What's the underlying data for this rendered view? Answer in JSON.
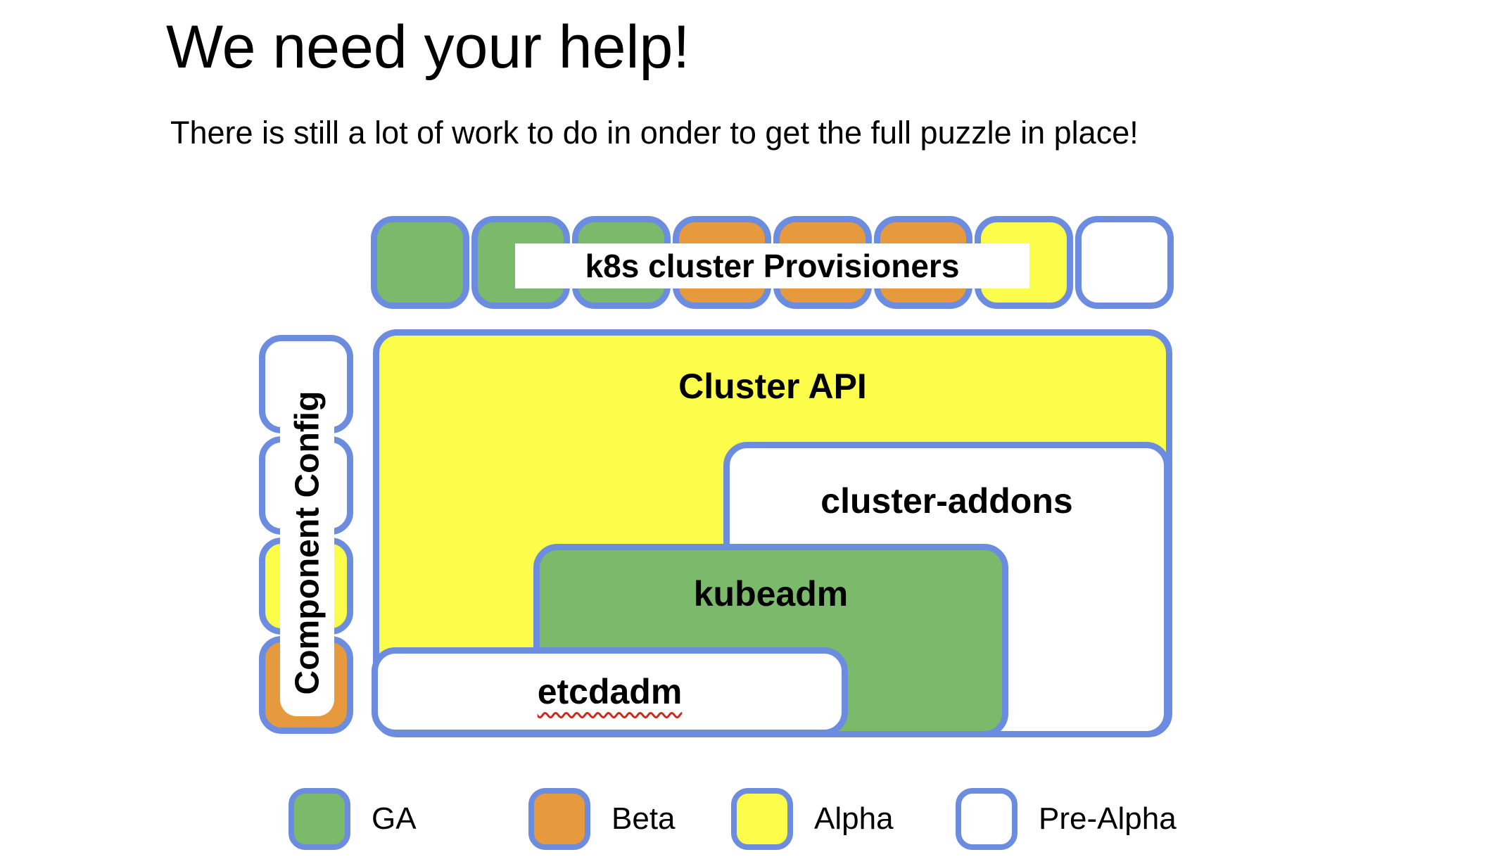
{
  "slide": {
    "title": "We need your help!",
    "subtitle": "There is still a lot of work to do in onder to get the full puzzle in place!"
  },
  "colors": {
    "ga_green": "#7cba6b",
    "beta_orange": "#e69a3d",
    "alpha_yellow": "#fcfc4b",
    "pre_alpha_white": "#ffffff",
    "border_blue": "#6c8ce0",
    "squiggle_red": "#cc2a1d",
    "text_black": "#000000"
  },
  "puzzle": {
    "provisioners": {
      "label": "k8s cluster Provisioners",
      "statuses": [
        "GA",
        "GA",
        "GA",
        "Beta",
        "Beta",
        "Beta",
        "Alpha",
        "Pre-Alpha"
      ],
      "square_colors": [
        "#7cba6b",
        "#7cba6b",
        "#7cba6b",
        "#e69a3d",
        "#e69a3d",
        "#e69a3d",
        "#fcfc4b",
        "#ffffff"
      ]
    },
    "component_config": {
      "label": "Component Config",
      "statuses": [
        "Pre-Alpha",
        "Pre-Alpha",
        "Alpha",
        "Beta"
      ],
      "square_colors": [
        "#ffffff",
        "#ffffff",
        "#fcfc4b",
        "#e69a3d"
      ]
    },
    "cluster_api": {
      "label": "Cluster API",
      "status": "Alpha",
      "color": "#fcfc4b"
    },
    "cluster_addons": {
      "label": "cluster-addons",
      "status": "Pre-Alpha",
      "color": "#ffffff"
    },
    "kubeadm": {
      "label": "kubeadm",
      "status": "GA",
      "color": "#7cba6b"
    },
    "etcdadm": {
      "label": "etcdadm",
      "status": "Pre-Alpha",
      "color": "#ffffff"
    }
  },
  "legend": {
    "items": [
      {
        "label": "GA",
        "color": "#7cba6b"
      },
      {
        "label": "Beta",
        "color": "#e69a3d"
      },
      {
        "label": "Alpha",
        "color": "#fcfc4b"
      },
      {
        "label": "Pre-Alpha",
        "color": "#ffffff"
      }
    ]
  }
}
